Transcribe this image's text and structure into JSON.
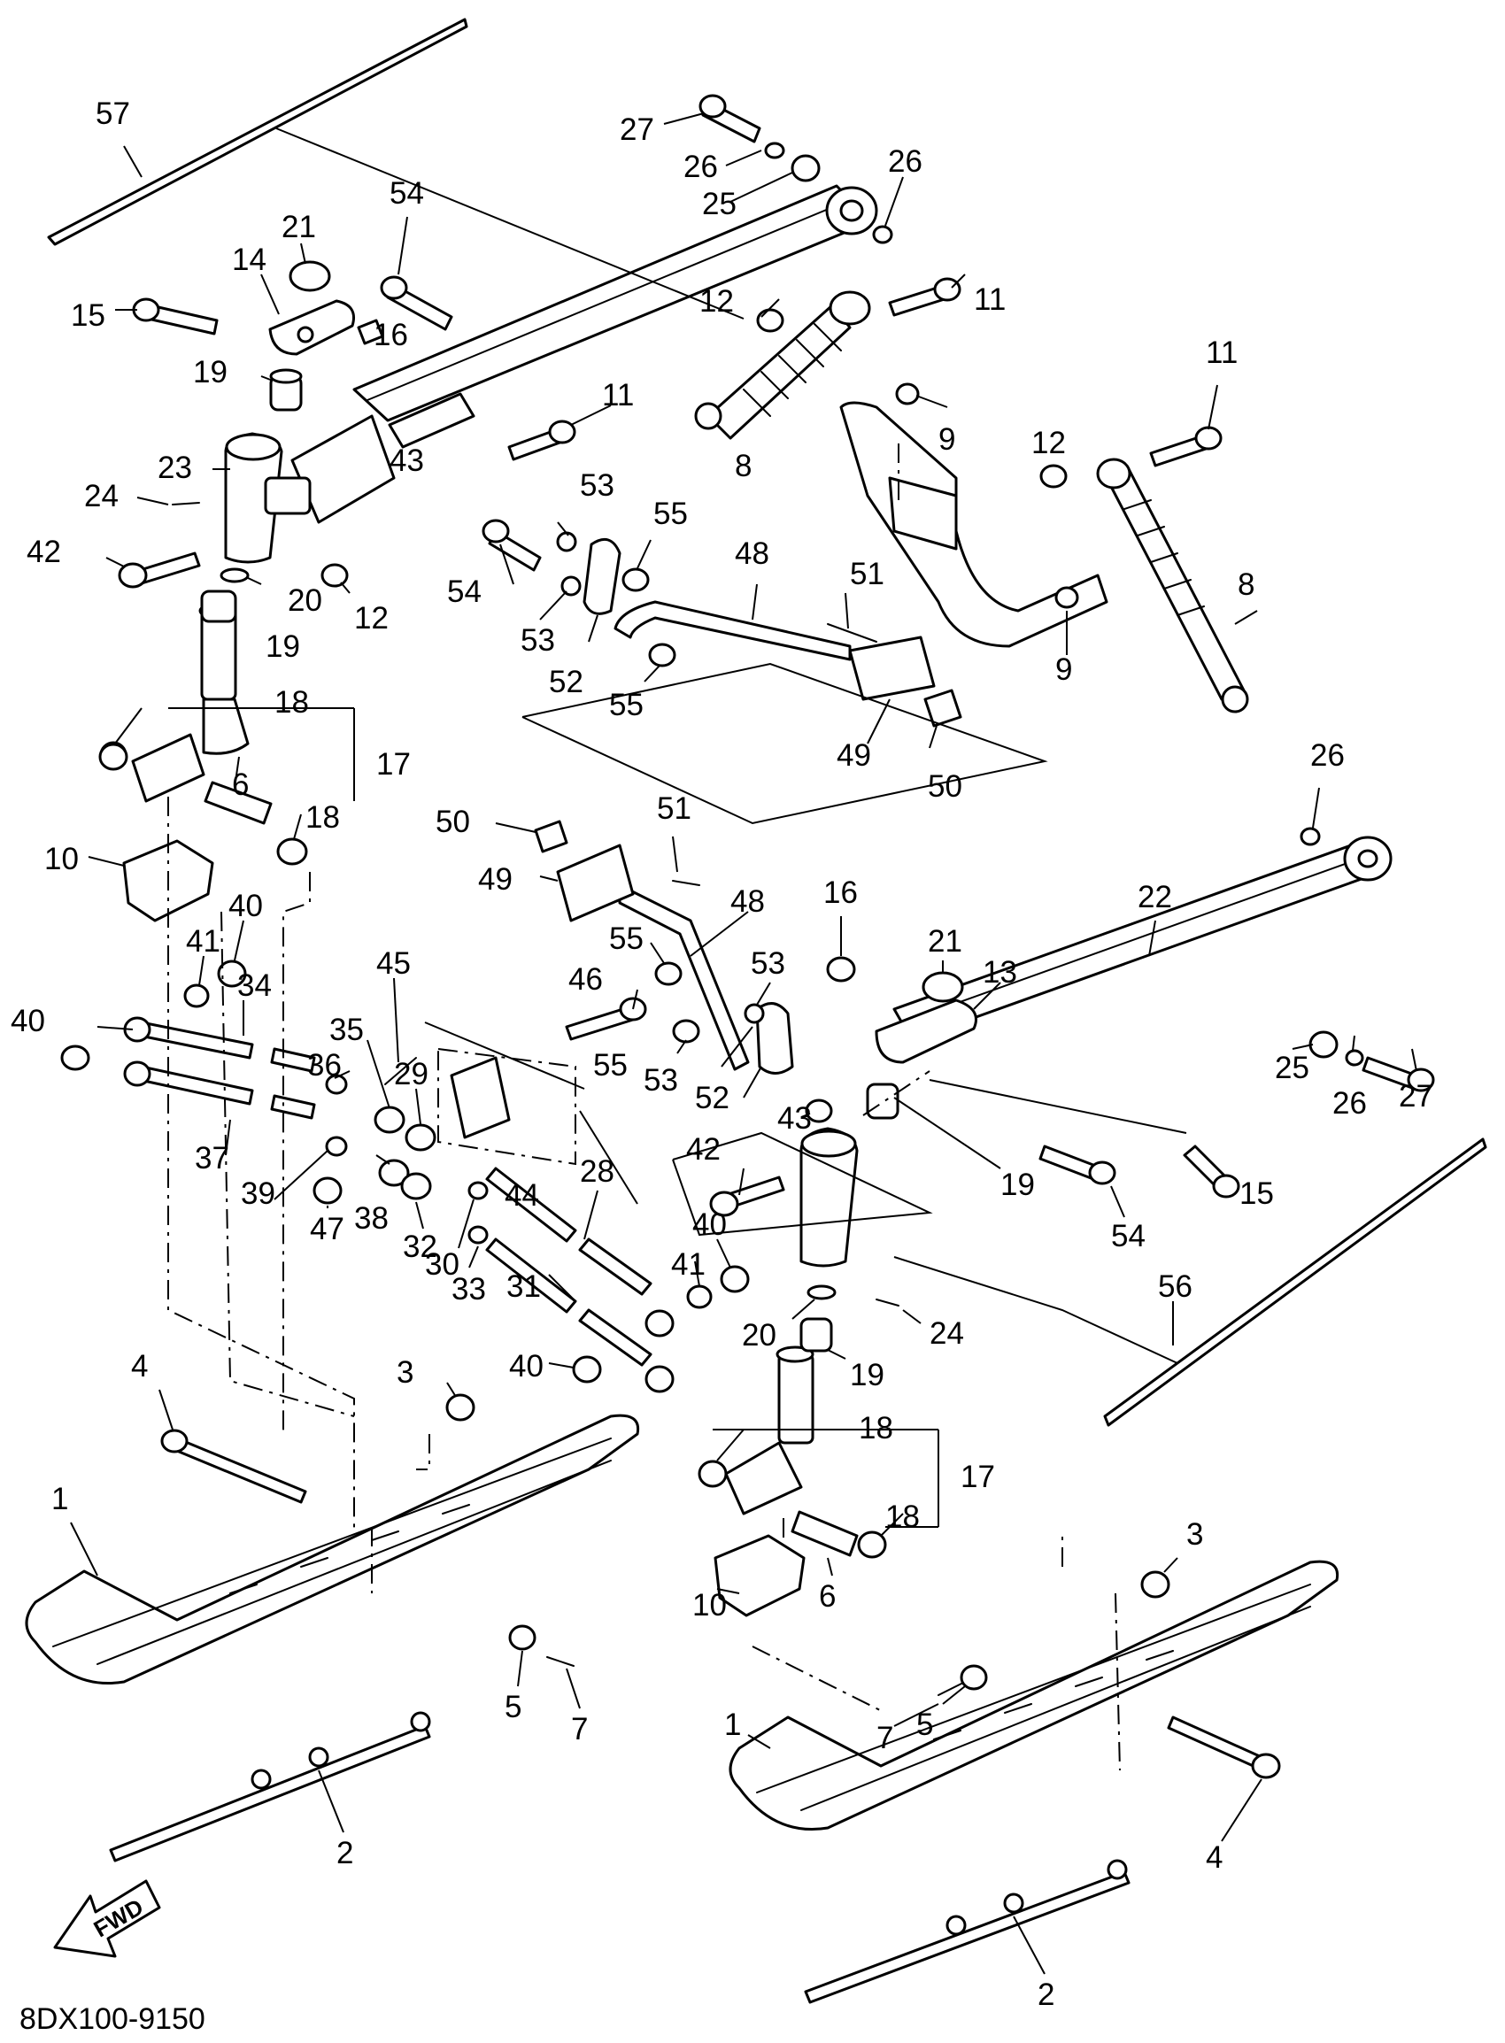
{
  "diagram": {
    "drawing_code": "8DX100-9150",
    "direction_label": "FWD",
    "callouts": [
      {
        "id": "c57",
        "label": "57"
      },
      {
        "id": "c27a",
        "label": "27"
      },
      {
        "id": "c26a",
        "label": "26"
      },
      {
        "id": "c26b",
        "label": "26"
      },
      {
        "id": "c25a",
        "label": "25"
      },
      {
        "id": "c54a",
        "label": "54"
      },
      {
        "id": "c21a",
        "label": "21"
      },
      {
        "id": "c14",
        "label": "14"
      },
      {
        "id": "c15a",
        "label": "15"
      },
      {
        "id": "c16a",
        "label": "16"
      },
      {
        "id": "c12a",
        "label": "12"
      },
      {
        "id": "c11a",
        "label": "11"
      },
      {
        "id": "c11b",
        "label": "11"
      },
      {
        "id": "c11c",
        "label": "11"
      },
      {
        "id": "c19a",
        "label": "19"
      },
      {
        "id": "c43a",
        "label": "43"
      },
      {
        "id": "c8a",
        "label": "8"
      },
      {
        "id": "c9a",
        "label": "9"
      },
      {
        "id": "c12b",
        "label": "12"
      },
      {
        "id": "c23",
        "label": "23"
      },
      {
        "id": "c24a",
        "label": "24"
      },
      {
        "id": "c53a",
        "label": "53"
      },
      {
        "id": "c55a",
        "label": "55"
      },
      {
        "id": "c42a",
        "label": "42"
      },
      {
        "id": "c54b",
        "label": "54"
      },
      {
        "id": "c20a",
        "label": "20"
      },
      {
        "id": "c12c",
        "label": "12"
      },
      {
        "id": "c48a",
        "label": "48"
      },
      {
        "id": "c51a",
        "label": "51"
      },
      {
        "id": "c8b",
        "label": "8"
      },
      {
        "id": "c53b",
        "label": "53"
      },
      {
        "id": "c52a",
        "label": "52"
      },
      {
        "id": "c19b",
        "label": "19"
      },
      {
        "id": "c9b",
        "label": "9"
      },
      {
        "id": "c55b",
        "label": "55"
      },
      {
        "id": "c18a",
        "label": "18"
      },
      {
        "id": "c17a",
        "label": "17"
      },
      {
        "id": "c49a",
        "label": "49"
      },
      {
        "id": "c50a",
        "label": "50"
      },
      {
        "id": "c6a",
        "label": "6"
      },
      {
        "id": "c18b",
        "label": "18"
      },
      {
        "id": "c26c",
        "label": "26"
      },
      {
        "id": "c10a",
        "label": "10"
      },
      {
        "id": "c50b",
        "label": "50"
      },
      {
        "id": "c51b",
        "label": "51"
      },
      {
        "id": "c49b",
        "label": "49"
      },
      {
        "id": "c48b",
        "label": "48"
      },
      {
        "id": "c22",
        "label": "22"
      },
      {
        "id": "c40a",
        "label": "40"
      },
      {
        "id": "c16b",
        "label": "16"
      },
      {
        "id": "c41a",
        "label": "41"
      },
      {
        "id": "c55c",
        "label": "55"
      },
      {
        "id": "c21b",
        "label": "21"
      },
      {
        "id": "c13",
        "label": "13"
      },
      {
        "id": "c45",
        "label": "45"
      },
      {
        "id": "c53c",
        "label": "53"
      },
      {
        "id": "c46",
        "label": "46"
      },
      {
        "id": "c34",
        "label": "34"
      },
      {
        "id": "c25b",
        "label": "25"
      },
      {
        "id": "c40b",
        "label": "40"
      },
      {
        "id": "c35",
        "label": "35"
      },
      {
        "id": "c36",
        "label": "36"
      },
      {
        "id": "c29",
        "label": "29"
      },
      {
        "id": "c55d",
        "label": "55"
      },
      {
        "id": "c53d",
        "label": "53"
      },
      {
        "id": "c26d",
        "label": "26"
      },
      {
        "id": "c27b",
        "label": "27"
      },
      {
        "id": "c52b",
        "label": "52"
      },
      {
        "id": "c43b",
        "label": "43"
      },
      {
        "id": "c37",
        "label": "37"
      },
      {
        "id": "c42b",
        "label": "42"
      },
      {
        "id": "c19c",
        "label": "19"
      },
      {
        "id": "c15b",
        "label": "15"
      },
      {
        "id": "c44",
        "label": "44"
      },
      {
        "id": "c28",
        "label": "28"
      },
      {
        "id": "c54c",
        "label": "54"
      },
      {
        "id": "c39",
        "label": "39"
      },
      {
        "id": "c38",
        "label": "38"
      },
      {
        "id": "c47",
        "label": "47"
      },
      {
        "id": "c32",
        "label": "32"
      },
      {
        "id": "c30",
        "label": "30"
      },
      {
        "id": "c40c",
        "label": "40"
      },
      {
        "id": "c41b",
        "label": "41"
      },
      {
        "id": "c56",
        "label": "56"
      },
      {
        "id": "c24b",
        "label": "24"
      },
      {
        "id": "c33",
        "label": "33"
      },
      {
        "id": "c31",
        "label": "31"
      },
      {
        "id": "c20b",
        "label": "20"
      },
      {
        "id": "c40d",
        "label": "40"
      },
      {
        "id": "c19d",
        "label": "19"
      },
      {
        "id": "c4a",
        "label": "4"
      },
      {
        "id": "c3a",
        "label": "3"
      },
      {
        "id": "c18c",
        "label": "18"
      },
      {
        "id": "c17b",
        "label": "17"
      },
      {
        "id": "c18d",
        "label": "18"
      },
      {
        "id": "c1a",
        "label": "1"
      },
      {
        "id": "c3b",
        "label": "3"
      },
      {
        "id": "c6b",
        "label": "6"
      },
      {
        "id": "c10b",
        "label": "10"
      },
      {
        "id": "c5a",
        "label": "5"
      },
      {
        "id": "c7a",
        "label": "7"
      },
      {
        "id": "c7b",
        "label": "7"
      },
      {
        "id": "c5b",
        "label": "5"
      },
      {
        "id": "c1b",
        "label": "1"
      },
      {
        "id": "c2a",
        "label": "2"
      },
      {
        "id": "c4b",
        "label": "4"
      },
      {
        "id": "c2b",
        "label": "2"
      }
    ]
  }
}
